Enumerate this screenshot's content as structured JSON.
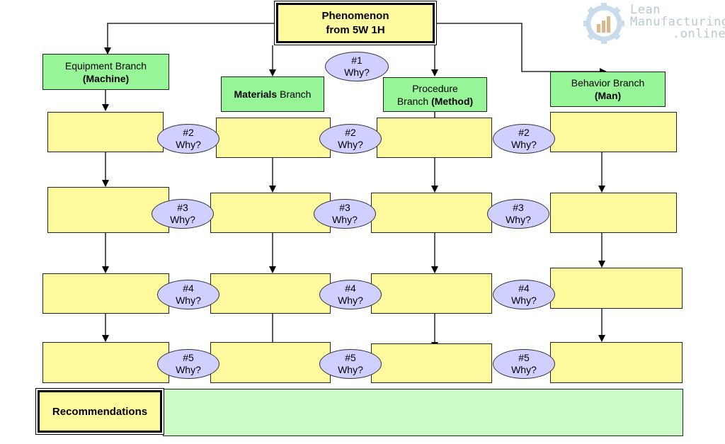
{
  "logo": {
    "line1": "Lean",
    "line2": "Manufacturing",
    "line3": ".online",
    "icon": "gear-bar-chart-icon",
    "color": "#b9c9d6"
  },
  "top": {
    "line1": "Phenomenon",
    "line2": "from 5W 1H"
  },
  "branches": {
    "equipment": {
      "line1": "Equipment Branch",
      "line2": "(Machine)"
    },
    "materials": {
      "bold": "Materials",
      "rest": " Branch"
    },
    "procedure": {
      "line1": "Procedure",
      "line2a": "Branch ",
      "line2b": "(Method)"
    },
    "behavior": {
      "line1": "Behavior Branch",
      "line2": "(Man)"
    }
  },
  "whys": {
    "w1": {
      "num": "#1",
      "label": "Why?"
    },
    "w2a": {
      "num": "#2",
      "label": "Why?"
    },
    "w2b": {
      "num": "#2",
      "label": "Why?"
    },
    "w2c": {
      "num": "#2",
      "label": "Why?"
    },
    "w3a": {
      "num": "#3",
      "label": "Why?"
    },
    "w3b": {
      "num": "#3",
      "label": "Why?"
    },
    "w3c": {
      "num": "#3",
      "label": "Why?"
    },
    "w4a": {
      "num": "#4",
      "label": "Why?"
    },
    "w4b": {
      "num": "#4",
      "label": "Why?"
    },
    "w4c": {
      "num": "#4",
      "label": "Why?"
    },
    "w5a": {
      "num": "#5",
      "label": "Why?"
    },
    "w5b": {
      "num": "#5",
      "label": "Why?"
    },
    "w5c": {
      "num": "#5",
      "label": "Why?"
    }
  },
  "recommendations": {
    "label": "Recommendations"
  },
  "colors": {
    "answer_box": "#fffa9e",
    "branch_box": "#96f596",
    "why_ellipse": "#cfd0ff",
    "recommendation_area": "#ccfdc7"
  }
}
